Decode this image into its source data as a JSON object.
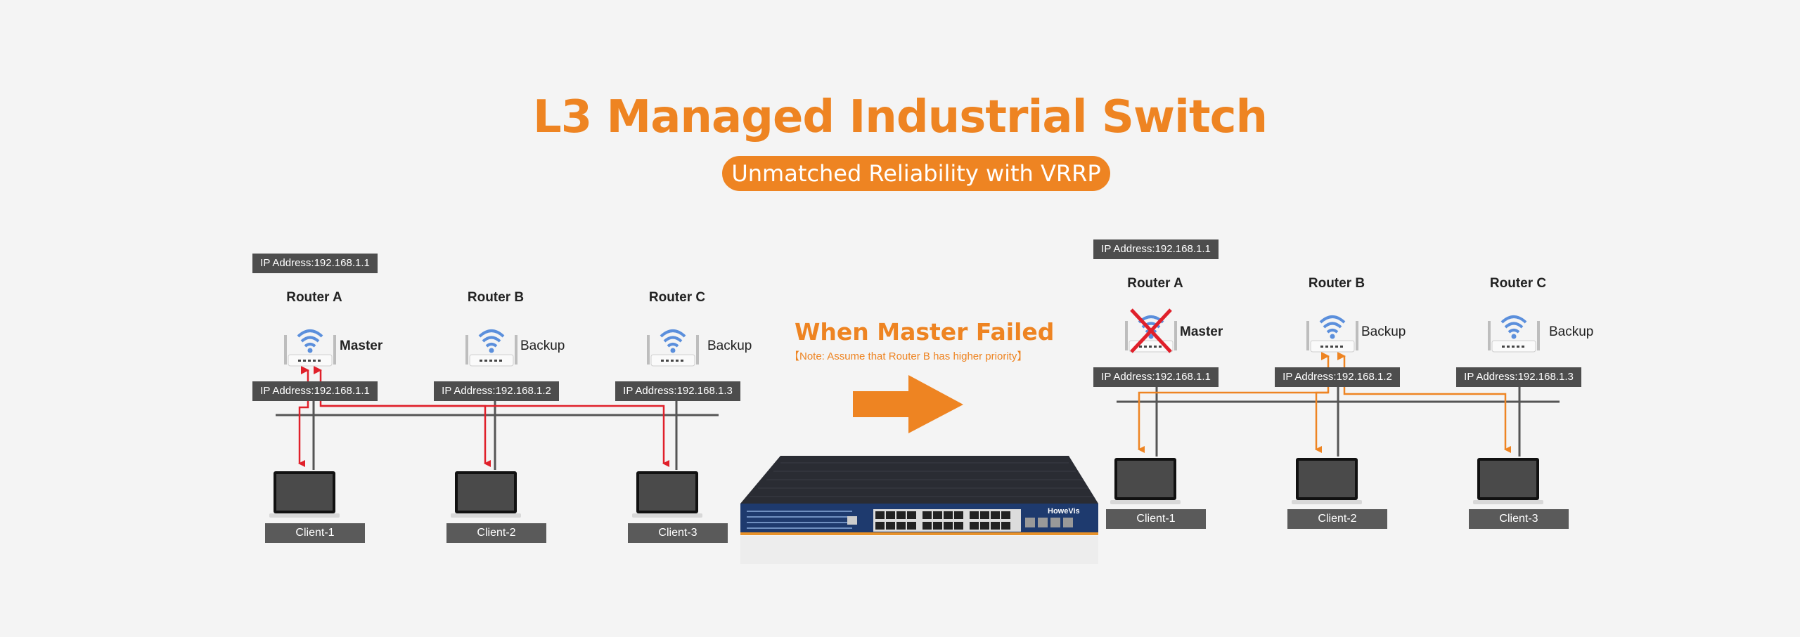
{
  "title": "L3 Managed Industrial Switch",
  "subtitle": "Unmatched Reliability with VRRP",
  "transition": {
    "heading": "When Master Failed",
    "note": "【Note: Assume that Router B has higher priority】"
  },
  "left": {
    "virtual_ip": "IP Address:192.168.1.1",
    "routers": [
      {
        "name": "Router A",
        "role": "Master",
        "ip": "IP Address:192.168.1.1"
      },
      {
        "name": "Router B",
        "role": "Backup",
        "ip": "IP Address:192.168.1.2"
      },
      {
        "name": "Router C",
        "role": "Backup",
        "ip": "IP Address:192.168.1.3"
      }
    ],
    "clients": [
      "Client-1",
      "Client-2",
      "Client-3"
    ]
  },
  "right": {
    "virtual_ip": "IP Address:192.168.1.1",
    "routers": [
      {
        "name": "Router A",
        "role": "Master",
        "ip": "IP Address:192.168.1.1",
        "failed": true
      },
      {
        "name": "Router B",
        "role": "Backup",
        "ip": "IP Address:192.168.1.2"
      },
      {
        "name": "Router C",
        "role": "Backup",
        "ip": "IP Address:192.168.1.3"
      }
    ],
    "clients": [
      "Client-1",
      "Client-2",
      "Client-3"
    ]
  },
  "switch_brand": "HoweVis",
  "colors": {
    "accent": "#ee8422",
    "traffic_left": "#e0202a",
    "traffic_right": "#ee8422",
    "label_bg": "#4d4d4d"
  }
}
